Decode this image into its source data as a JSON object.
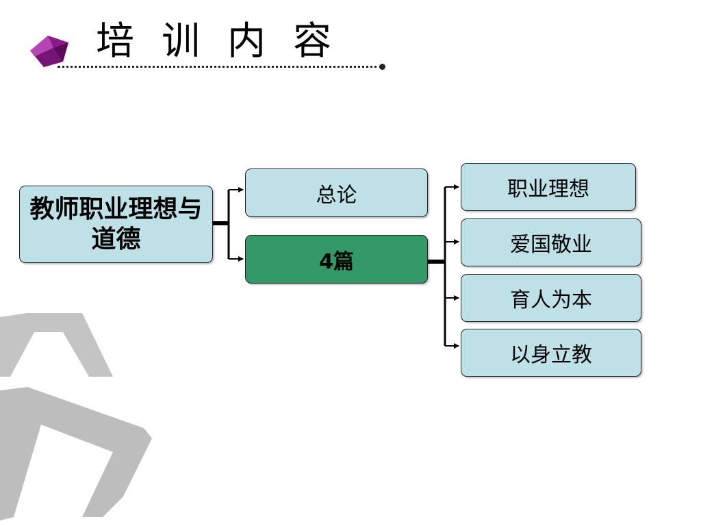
{
  "header": {
    "title": "培训内容",
    "gem_icon": "purple-gem-icon"
  },
  "diagram": {
    "root": {
      "label": "教师职业理想与道德"
    },
    "middle": [
      {
        "label": "总论",
        "style": "light"
      },
      {
        "label": "4篇",
        "style": "dark"
      }
    ],
    "leaves": [
      {
        "label": "职业理想"
      },
      {
        "label": "爱国敬业"
      },
      {
        "label": "育人为本"
      },
      {
        "label": "以身立教"
      }
    ]
  },
  "colors": {
    "box_light": "#bde1e6",
    "box_dark": "#339966",
    "gem": "#8a1a8a",
    "watermark": "#bdbdbd"
  }
}
